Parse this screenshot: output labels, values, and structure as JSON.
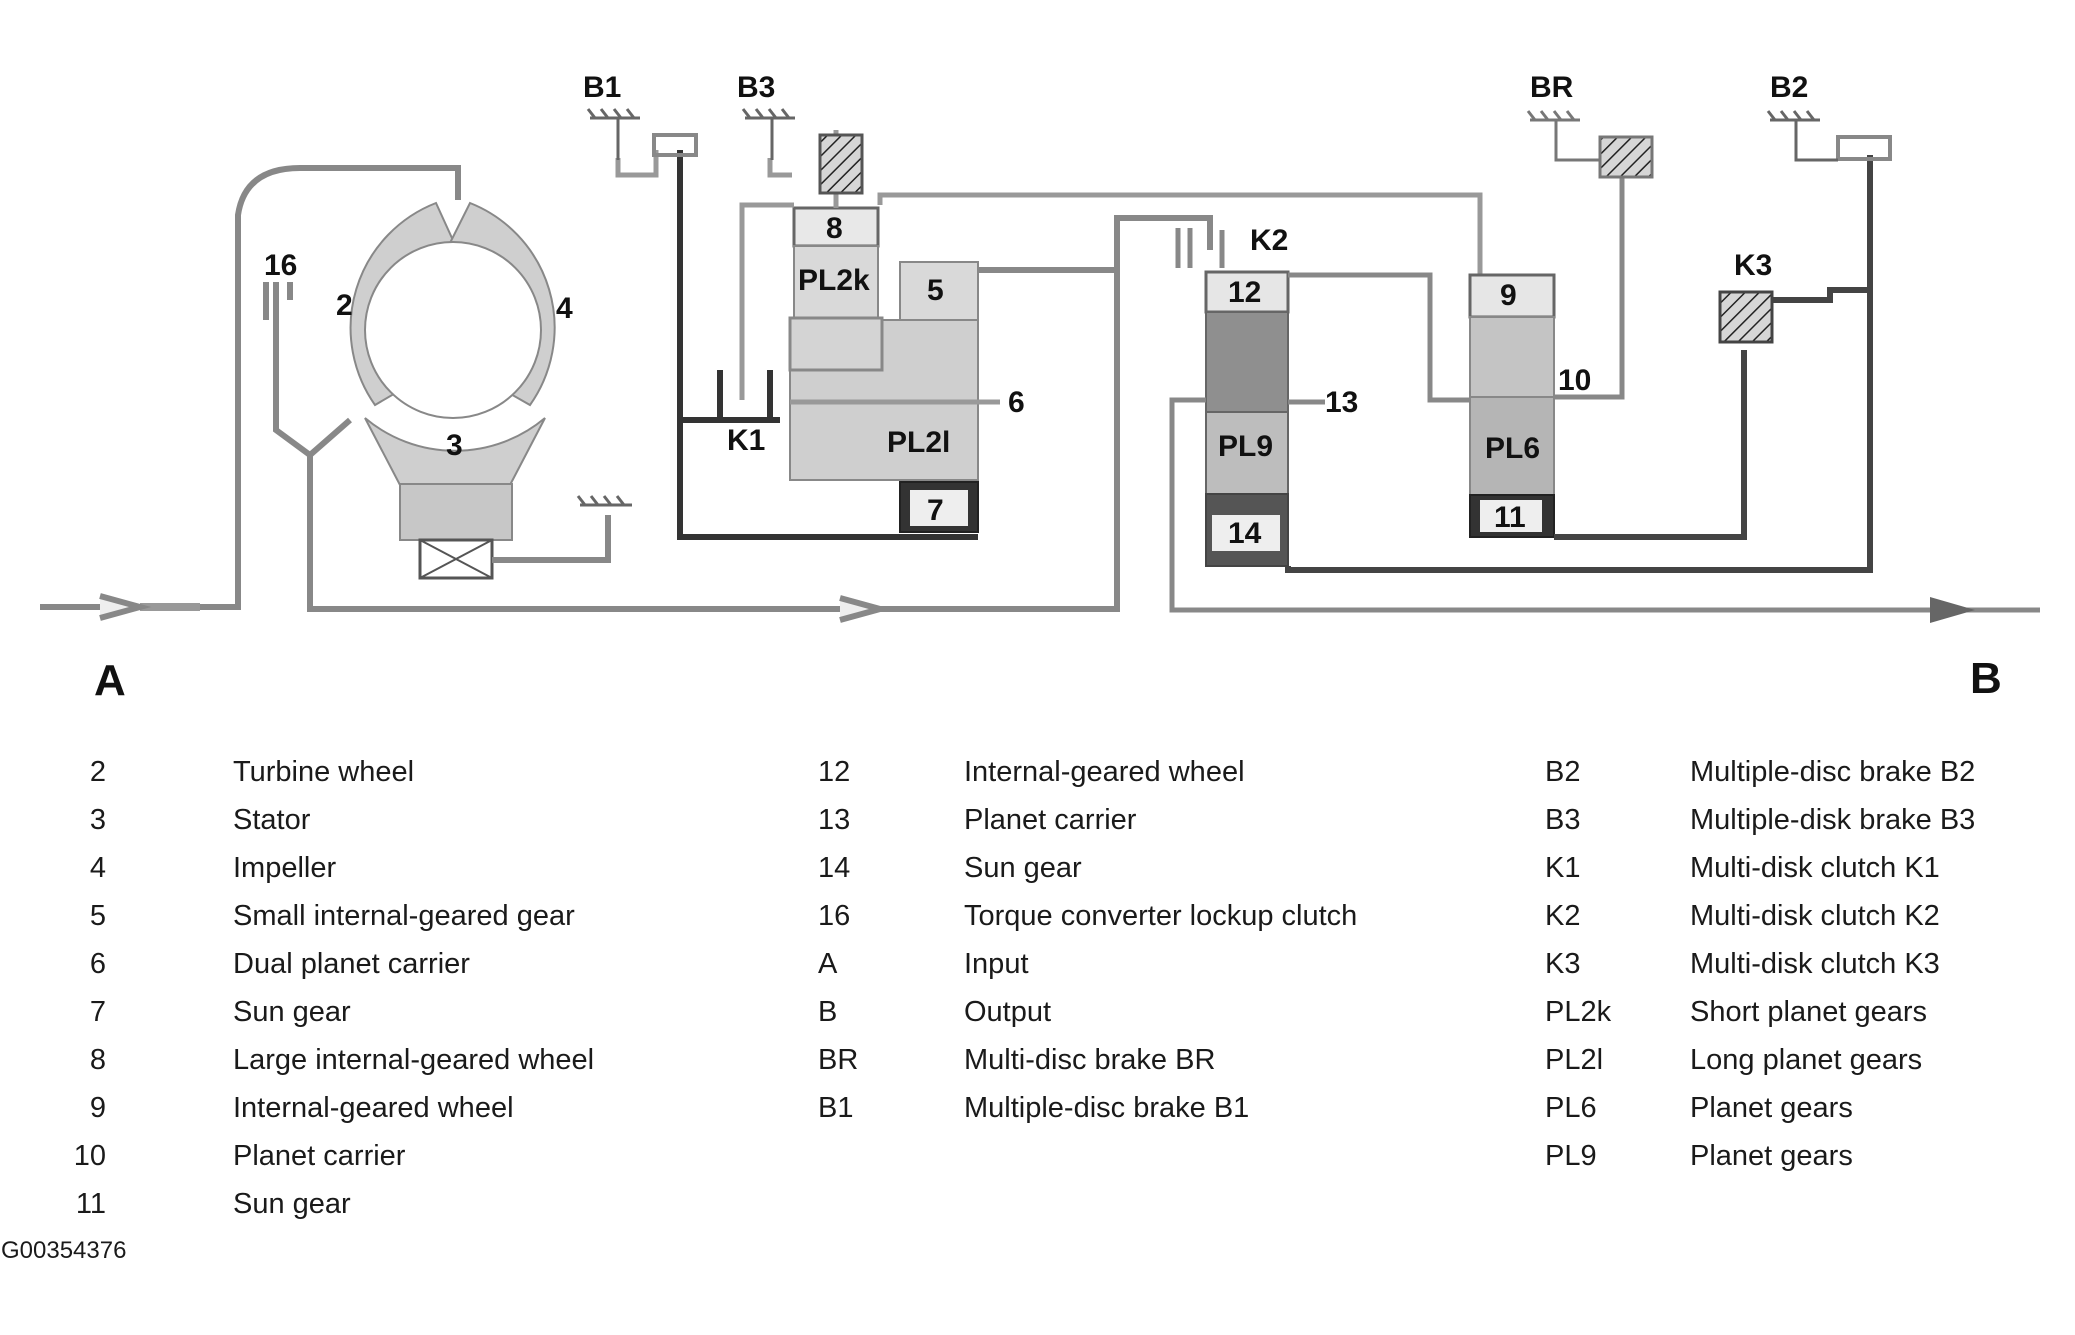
{
  "diagram": {
    "labels": {
      "B1": "B1",
      "B3": "B3",
      "BR": "BR",
      "B2": "B2",
      "K1": "K1",
      "K2": "K2",
      "K3": "K3",
      "n16": "16",
      "n2": "2",
      "n3": "3",
      "n4": "4",
      "n8": "8",
      "PL2k": "PL2k",
      "n5": "5",
      "n6": "6",
      "PL2l": "PL2l",
      "n7": "7",
      "n12": "12",
      "n13": "13",
      "PL9": "PL9",
      "n14": "14",
      "n9": "9",
      "n10": "10",
      "PL6": "PL6",
      "n11": "11",
      "A": "A",
      "B": "B"
    }
  },
  "legend": {
    "column1": [
      {
        "code": "2",
        "desc": "Turbine wheel"
      },
      {
        "code": "3",
        "desc": "Stator"
      },
      {
        "code": "4",
        "desc": "Impeller"
      },
      {
        "code": "5",
        "desc": "Small internal-geared gear"
      },
      {
        "code": "6",
        "desc": "Dual planet carrier"
      },
      {
        "code": "7",
        "desc": "Sun gear"
      },
      {
        "code": "8",
        "desc": "Large internal-geared wheel"
      },
      {
        "code": "9",
        "desc": "Internal-geared wheel"
      },
      {
        "code": "10",
        "desc": "Planet carrier"
      },
      {
        "code": "11",
        "desc": "Sun gear"
      }
    ],
    "column2": [
      {
        "code": "12",
        "desc": "Internal-geared wheel"
      },
      {
        "code": "13",
        "desc": "Planet carrier"
      },
      {
        "code": "14",
        "desc": "Sun gear"
      },
      {
        "code": "16",
        "desc": "Torque converter lockup clutch"
      },
      {
        "code": "A",
        "desc": "Input"
      },
      {
        "code": "B",
        "desc": "Output"
      },
      {
        "code": "BR",
        "desc": "Multi-disc brake BR"
      },
      {
        "code": "B1",
        "desc": "Multiple-disc brake B1"
      }
    ],
    "column3": [
      {
        "code": "B2",
        "desc": "Multiple-disc brake B2"
      },
      {
        "code": "B3",
        "desc": "Multiple-disk brake B3"
      },
      {
        "code": "K1",
        "desc": "Multi-disk clutch K1"
      },
      {
        "code": "K2",
        "desc": "Multi-disk clutch K2"
      },
      {
        "code": "K3",
        "desc": "Multi-disk clutch K3"
      },
      {
        "code": "PL2k",
        "desc": "Short planet gears"
      },
      {
        "code": "PL2l",
        "desc": "Long planet gears"
      },
      {
        "code": "PL6",
        "desc": "Planet gears"
      },
      {
        "code": "PL9",
        "desc": "Planet gears"
      }
    ]
  },
  "figure_id": "G00354376"
}
